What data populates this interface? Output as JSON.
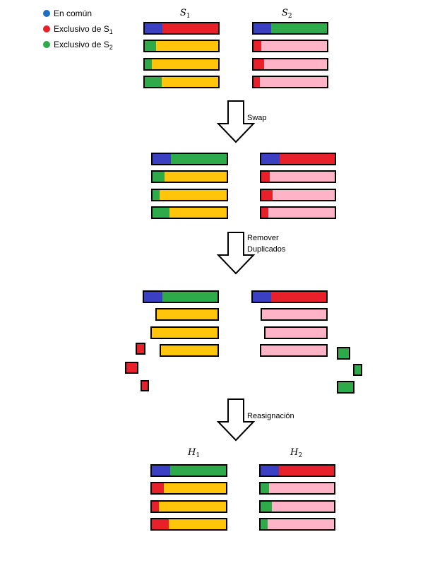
{
  "colors": {
    "common": "#3b3fc2",
    "s1": "#e8202a",
    "s2": "#2eaa4a",
    "yellow": "#ffc50a",
    "pink": "#ffb3c6",
    "legend_common": "#1f6fc0",
    "outline": "#000000"
  },
  "legend": [
    {
      "prefix": "En común",
      "sub": "",
      "color": "legend_common"
    },
    {
      "prefix": "Exclusivo de S",
      "sub": "1",
      "color": "s1"
    },
    {
      "prefix": "Exclusivo de S",
      "sub": "2",
      "color": "s2"
    }
  ],
  "headers": {
    "top_left": {
      "main": "S",
      "sub": "1"
    },
    "top_right": {
      "main": "S",
      "sub": "2"
    },
    "bottom_left": {
      "main": "H",
      "sub": "1"
    },
    "bottom_right": {
      "main": "H",
      "sub": "2"
    }
  },
  "steps": [
    {
      "line1": "Swap",
      "line2": ""
    },
    {
      "line1": "Remover",
      "line2": "Duplicados"
    },
    {
      "line1": "Reasignación",
      "line2": ""
    }
  ]
}
